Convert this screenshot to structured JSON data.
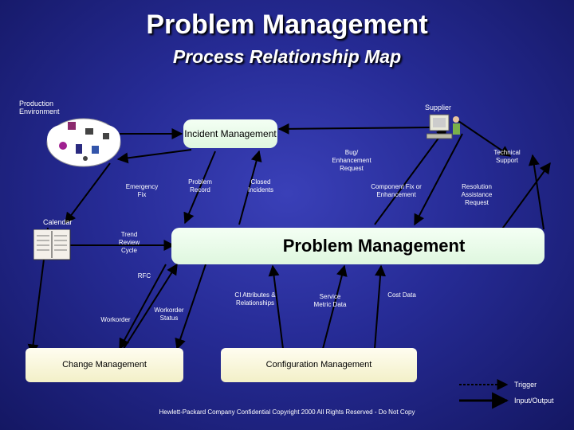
{
  "title": "Problem Management",
  "subtitle": "Process Relationship Map",
  "labels": {
    "production_environment": "Production Environment",
    "supplier": "Supplier",
    "technical_support": "Technical Support",
    "bug_enhancement_request": "Bug/ Enhancement Request",
    "emergency_fix": "Emergency Fix",
    "problem_record": "Problem Record",
    "closed_incidents": "Closed Incidents",
    "component_fix": "Component Fix or Enhancement",
    "resolution_assistance": "Resolution Assistance Request",
    "calendar": "Calendar",
    "trend_review_cycle": "Trend Review Cycle",
    "rfc": "RFC",
    "ci_attributes": "CI Attributes & Relationships",
    "service_metric_data": "Service Metric Data",
    "cost_data": "Cost Data",
    "workorder": "Workorder",
    "workorder_status": "Workorder Status"
  },
  "boxes": {
    "incident_management": "Incident Management",
    "problem_management": "Problem Management",
    "change_management": "Change Management",
    "configuration_management": "Configuration Management"
  },
  "legend": {
    "trigger": "Trigger",
    "input_output": "Input/Output"
  },
  "footer": "Hewlett-Packard Company Confidential Copyright 2000 All Rights Reserved - Do Not Copy",
  "colors": {
    "background": "#262b95",
    "box_green": "#e6fae6",
    "box_cream": "#f6f3d2",
    "arrow": "#000000",
    "text": "#ffffff"
  }
}
